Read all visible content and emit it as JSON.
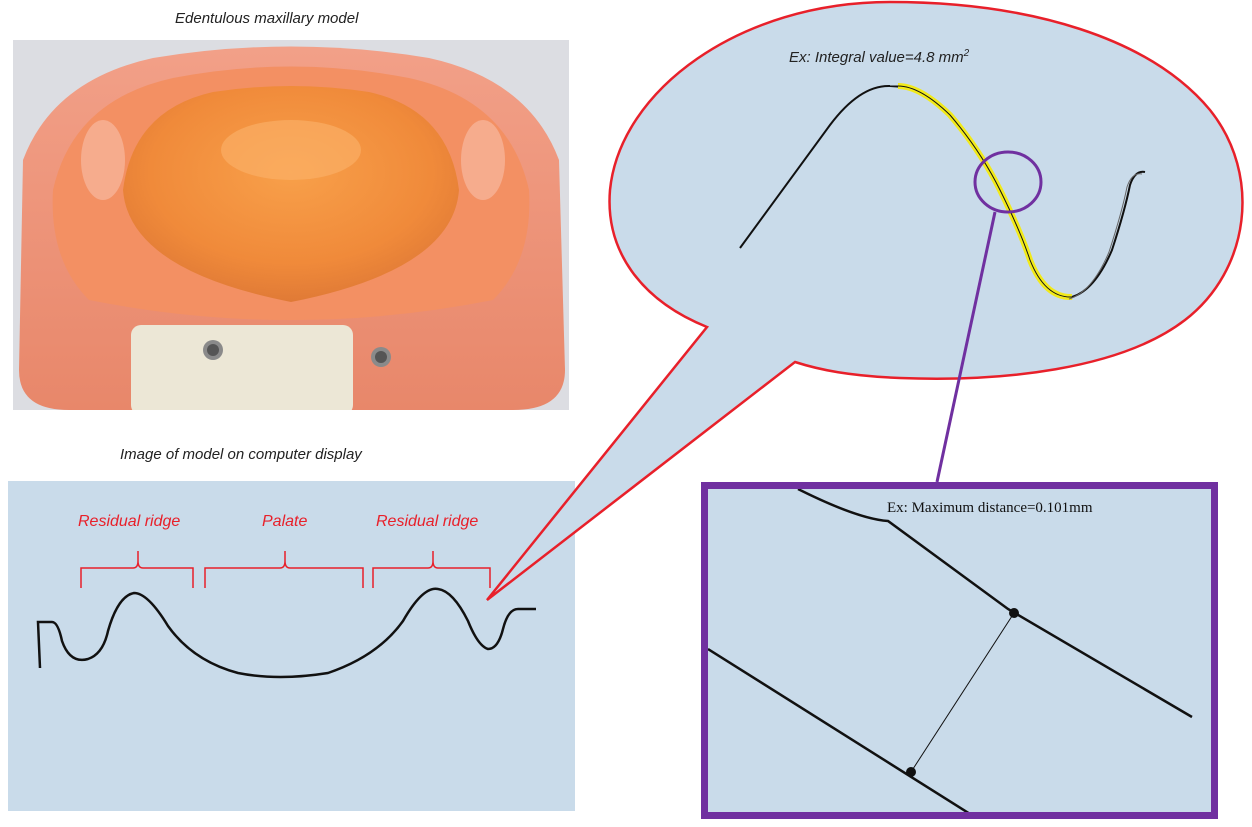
{
  "captions": {
    "photo": "Edentulous maxillary model",
    "display": "Image of model on computer display"
  },
  "labels": {
    "left_ridge": "Residual ridge",
    "palate": "Palate",
    "right_ridge": "Residual ridge"
  },
  "integral": {
    "prefix": "Ex: Integral value=4.8 mm",
    "superscript": "2"
  },
  "max_distance": "Ex: Maximum distance=0.101mm",
  "colors": {
    "callout_red": "#e8202a",
    "zoom_purple": "#7030a0",
    "panel_blue": "#c9dbea",
    "highlight_yellow": "#f2ea1a",
    "model_orange": "#f08a3a",
    "plate_cream": "#ece7d6"
  }
}
